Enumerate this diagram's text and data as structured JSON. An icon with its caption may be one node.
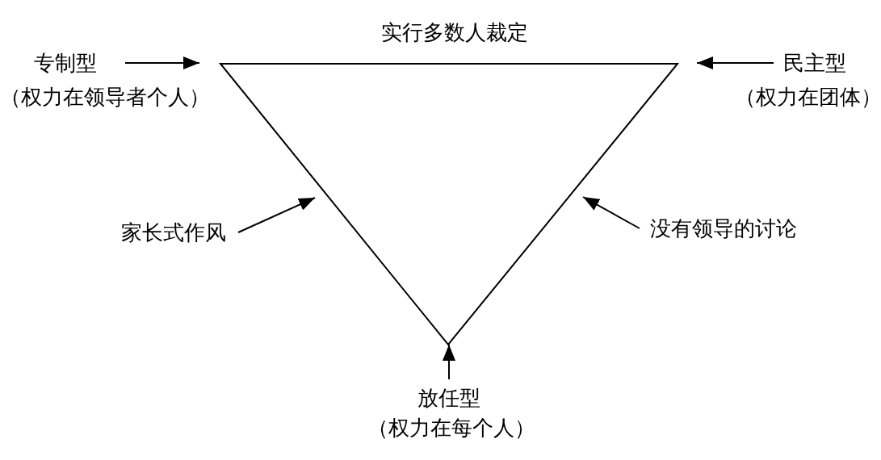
{
  "diagram": {
    "nodes": [
      {
        "text": [
          "专制型",
          "（权力在领导者个人）"
        ]
      },
      {
        "text": [],
        "shape": "triangle"
      },
      {
        "text": [
          "民主型",
          "（权力在团体）"
        ]
      },
      {
        "text": [
          "家长式作风"
        ]
      },
      {
        "text": [
          "没有领导的讨论"
        ]
      },
      {
        "text": [
          "放任型",
          "（权力在每个人）"
        ]
      }
    ],
    "edges": [
      {
        "from": 0,
        "to": 1,
        "arrow": "to"
      },
      {
        "from": 2,
        "to": 1,
        "arrow": "to"
      },
      {
        "from": 3,
        "to": 1,
        "arrow": "to"
      },
      {
        "from": 4,
        "to": 1,
        "arrow": "to"
      },
      {
        "from": 5,
        "to": 1,
        "arrow": "to"
      }
    ],
    "labels": [
      "实行多数人裁定"
    ]
  }
}
